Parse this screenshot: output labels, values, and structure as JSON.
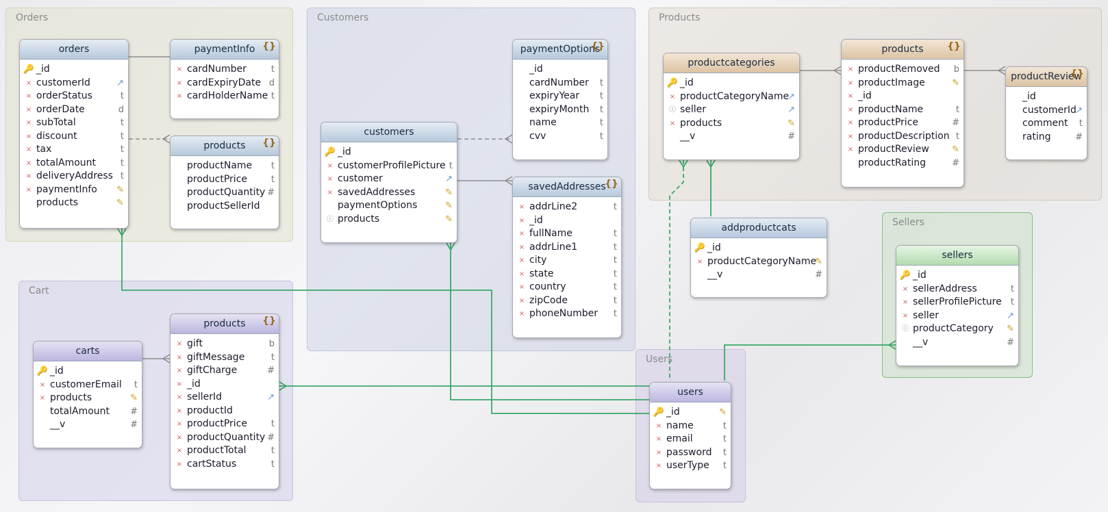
{
  "groups": {
    "orders": "Orders",
    "customers": "Customers",
    "products": "Products",
    "cart": "Cart",
    "users": "Users",
    "sellers": "Sellers"
  },
  "entities": {
    "orders": {
      "title": "orders",
      "fields": [
        {
          "name": "_id",
          "icon": "key",
          "type": ""
        },
        {
          "name": "customerId",
          "icon": "req",
          "type": "ref"
        },
        {
          "name": "orderStatus",
          "icon": "req",
          "type": "t"
        },
        {
          "name": "orderDate",
          "icon": "req",
          "type": "d"
        },
        {
          "name": "subTotal",
          "icon": "req",
          "type": "t"
        },
        {
          "name": "discount",
          "icon": "req",
          "type": "t"
        },
        {
          "name": "tax",
          "icon": "req",
          "type": "t"
        },
        {
          "name": "totalAmount",
          "icon": "req",
          "type": "t"
        },
        {
          "name": "deliveryAddress",
          "icon": "req",
          "type": "t"
        },
        {
          "name": "paymentInfo",
          "icon": "req",
          "type": "emb"
        },
        {
          "name": "products",
          "icon": "",
          "type": "emb"
        }
      ]
    },
    "paymentInfo": {
      "title": "paymentInfo",
      "fields": [
        {
          "name": "cardNumber",
          "icon": "req",
          "type": "t"
        },
        {
          "name": "cardExpiryDate",
          "icon": "req",
          "type": "d"
        },
        {
          "name": "cardHolderName",
          "icon": "req",
          "type": "t"
        }
      ]
    },
    "orderProducts": {
      "title": "products",
      "fields": [
        {
          "name": "productName",
          "icon": "",
          "type": "t"
        },
        {
          "name": "productPrice",
          "icon": "",
          "type": "t"
        },
        {
          "name": "productQuantity",
          "icon": "",
          "type": "#"
        },
        {
          "name": "productSellerId",
          "icon": "",
          "type": ""
        }
      ]
    },
    "customers": {
      "title": "customers",
      "fields": [
        {
          "name": "_id",
          "icon": "key",
          "type": ""
        },
        {
          "name": "customerProfilePicture",
          "icon": "req",
          "type": "t"
        },
        {
          "name": "customer",
          "icon": "req",
          "type": "ref"
        },
        {
          "name": "savedAddresses",
          "icon": "req",
          "type": "emb"
        },
        {
          "name": "paymentOptions",
          "icon": "",
          "type": "emb"
        },
        {
          "name": "products",
          "icon": "req1",
          "type": "emb"
        }
      ]
    },
    "paymentOptions": {
      "title": "paymentOptions",
      "fields": [
        {
          "name": "_id",
          "icon": "",
          "type": ""
        },
        {
          "name": "cardNumber",
          "icon": "",
          "type": "t"
        },
        {
          "name": "expiryYear",
          "icon": "",
          "type": "t"
        },
        {
          "name": "expiryMonth",
          "icon": "",
          "type": "t"
        },
        {
          "name": "name",
          "icon": "",
          "type": "t"
        },
        {
          "name": "cvv",
          "icon": "",
          "type": "t"
        }
      ]
    },
    "savedAddresses": {
      "title": "savedAddresses",
      "fields": [
        {
          "name": "addrLine2",
          "icon": "req",
          "type": "t"
        },
        {
          "name": "_id",
          "icon": "req",
          "type": ""
        },
        {
          "name": "fullName",
          "icon": "req",
          "type": "t"
        },
        {
          "name": "addrLine1",
          "icon": "req",
          "type": "t"
        },
        {
          "name": "city",
          "icon": "req",
          "type": "t"
        },
        {
          "name": "state",
          "icon": "req",
          "type": "t"
        },
        {
          "name": "country",
          "icon": "req",
          "type": "t"
        },
        {
          "name": "zipCode",
          "icon": "req",
          "type": "t"
        },
        {
          "name": "phoneNumber",
          "icon": "req",
          "type": "t"
        }
      ]
    },
    "productcategories": {
      "title": "productcategories",
      "fields": [
        {
          "name": "_id",
          "icon": "key",
          "type": ""
        },
        {
          "name": "productCategoryName",
          "icon": "req",
          "type": "ref"
        },
        {
          "name": "seller",
          "icon": "req1",
          "type": "ref"
        },
        {
          "name": "products",
          "icon": "req",
          "type": "emb"
        },
        {
          "name": "__v",
          "icon": "",
          "type": "#"
        }
      ]
    },
    "products": {
      "title": "products",
      "fields": [
        {
          "name": "productRemoved",
          "icon": "req",
          "type": "b"
        },
        {
          "name": "productImage",
          "icon": "req",
          "type": "emb"
        },
        {
          "name": "_id",
          "icon": "req",
          "type": ""
        },
        {
          "name": "productName",
          "icon": "req",
          "type": "t"
        },
        {
          "name": "productPrice",
          "icon": "req",
          "type": "#"
        },
        {
          "name": "productDescription",
          "icon": "req",
          "type": "t"
        },
        {
          "name": "productReview",
          "icon": "req",
          "type": "emb"
        },
        {
          "name": "productRating",
          "icon": "",
          "type": "#"
        }
      ]
    },
    "productReview": {
      "title": "productReview",
      "fields": [
        {
          "name": "_id",
          "icon": "",
          "type": ""
        },
        {
          "name": "customerId",
          "icon": "",
          "type": "ref"
        },
        {
          "name": "comment",
          "icon": "",
          "type": "t"
        },
        {
          "name": "rating",
          "icon": "",
          "type": "#"
        }
      ]
    },
    "addproductcats": {
      "title": "addproductcats",
      "fields": [
        {
          "name": "_id",
          "icon": "key",
          "type": ""
        },
        {
          "name": "productCategoryName",
          "icon": "req",
          "type": "emb"
        },
        {
          "name": "__v",
          "icon": "",
          "type": "#"
        }
      ]
    },
    "sellers": {
      "title": "sellers",
      "fields": [
        {
          "name": "_id",
          "icon": "key",
          "type": ""
        },
        {
          "name": "sellerAddress",
          "icon": "req",
          "type": "t"
        },
        {
          "name": "sellerProfilePicture",
          "icon": "req",
          "type": "t"
        },
        {
          "name": "seller",
          "icon": "req",
          "type": "ref"
        },
        {
          "name": "productCategory",
          "icon": "req1",
          "type": "emb"
        },
        {
          "name": "__v",
          "icon": "",
          "type": "#"
        }
      ]
    },
    "carts": {
      "title": "carts",
      "fields": [
        {
          "name": "_id",
          "icon": "key",
          "type": ""
        },
        {
          "name": "customerEmail",
          "icon": "req",
          "type": "t"
        },
        {
          "name": "products",
          "icon": "req",
          "type": "emb"
        },
        {
          "name": "totalAmount",
          "icon": "",
          "type": "#"
        },
        {
          "name": "__v",
          "icon": "",
          "type": "#"
        }
      ]
    },
    "cartProducts": {
      "title": "products",
      "fields": [
        {
          "name": "gift",
          "icon": "req",
          "type": "b"
        },
        {
          "name": "giftMessage",
          "icon": "req",
          "type": "t"
        },
        {
          "name": "giftCharge",
          "icon": "req",
          "type": "#"
        },
        {
          "name": "_id",
          "icon": "req",
          "type": ""
        },
        {
          "name": "sellerId",
          "icon": "req",
          "type": "ref"
        },
        {
          "name": "productId",
          "icon": "req",
          "type": ""
        },
        {
          "name": "productPrice",
          "icon": "req",
          "type": "t"
        },
        {
          "name": "productQuantity",
          "icon": "req",
          "type": "#"
        },
        {
          "name": "productTotal",
          "icon": "req",
          "type": "t"
        },
        {
          "name": "cartStatus",
          "icon": "req",
          "type": "t"
        }
      ]
    },
    "users": {
      "title": "users",
      "fields": [
        {
          "name": "_id",
          "icon": "key",
          "type": "emb"
        },
        {
          "name": "name",
          "icon": "req",
          "type": "t"
        },
        {
          "name": "email",
          "icon": "req",
          "type": "t"
        },
        {
          "name": "password",
          "icon": "req",
          "type": "t"
        },
        {
          "name": "userType",
          "icon": "req",
          "type": "t"
        }
      ]
    }
  },
  "icon_glyphs": {
    "key": "🔑",
    "req": "×",
    "req1": "ⓘ",
    "": ""
  },
  "type_glyphs": {
    "ref": "↗",
    "emb": "✎",
    "t": "t",
    "d": "d",
    "b": "b",
    "#": "#",
    "": ""
  },
  "colors": {
    "relation": "#3aa86a",
    "embed_line": "#8e8e8e"
  }
}
